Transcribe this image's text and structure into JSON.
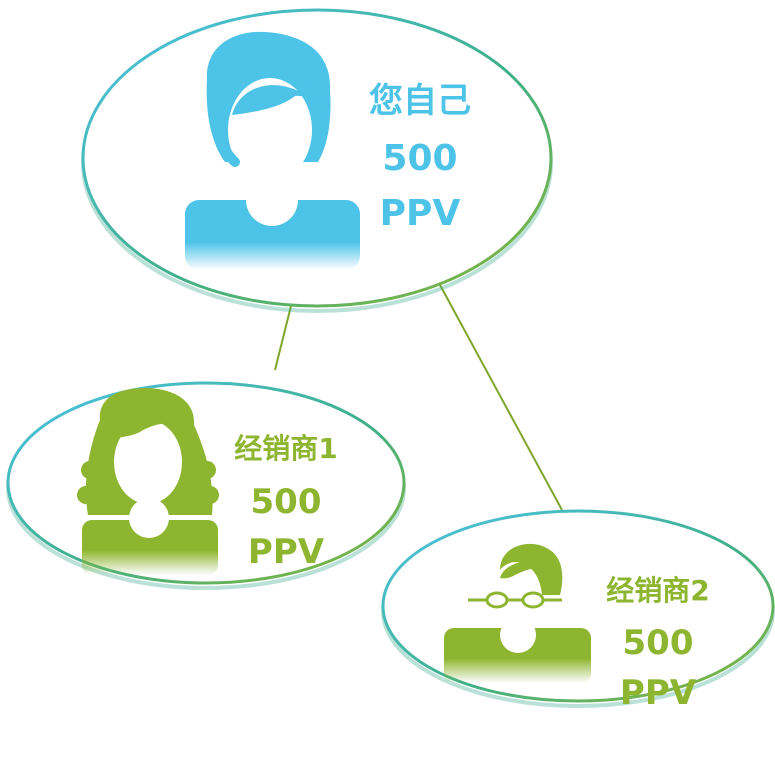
{
  "colors": {
    "blue": "#4dc3e8",
    "green": "#8db52f",
    "line": "#7fa62b",
    "ellipse_fill": "#ffffff"
  },
  "nodes": {
    "you": {
      "name": "您自己",
      "value": "500",
      "unit": "PPV",
      "avatar_icon": "person-female-icon"
    },
    "distributor1": {
      "name": "经销商1",
      "value": "500",
      "unit": "PPV",
      "avatar_icon": "person-curly-hair-icon"
    },
    "distributor2": {
      "name": "经销商2",
      "value": "500",
      "unit": "PPV",
      "avatar_icon": "person-glasses-icon"
    }
  }
}
